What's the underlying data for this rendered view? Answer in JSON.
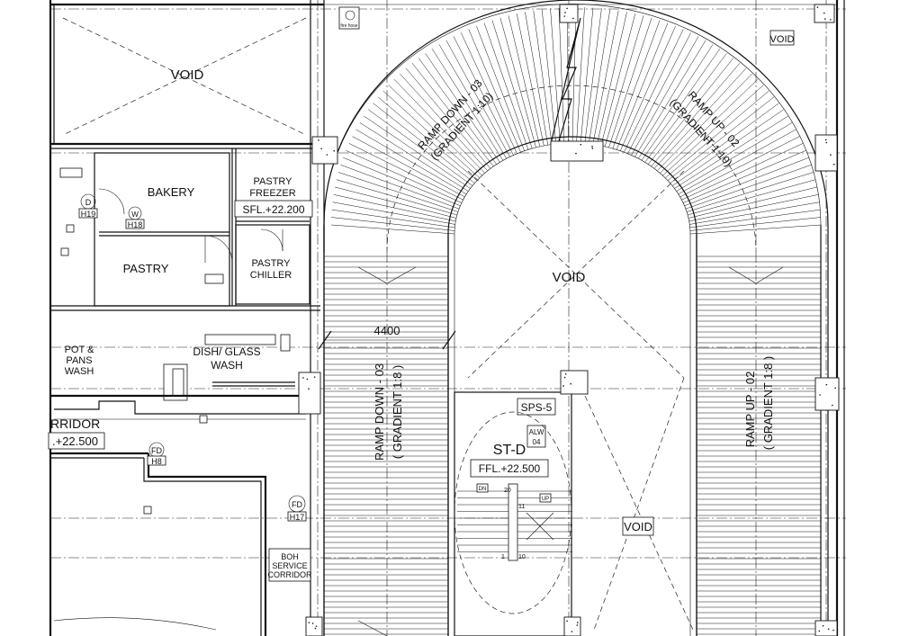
{
  "drawing": {
    "rooms": {
      "void_top_left": "VOID",
      "bakery": "BAKERY",
      "pastry": "PASTRY",
      "pastry_freezer_line1": "PASTRY",
      "pastry_freezer_line2": "FREEZER",
      "pastry_chiller_line1": "PASTRY",
      "pastry_chiller_line2": "CHILLER",
      "pot_line1": "POT &",
      "pot_line2": "PANS",
      "pot_line3": "WASH",
      "dish_line1": "DISH/ GLASS",
      "dish_line2": "WASH",
      "corridor": "RRIDOR",
      "void_center": "VOID",
      "void_lower": "VOID",
      "void_tag_top": "VOID",
      "boh_line1": "BOH",
      "boh_line2": "SERVICE",
      "boh_line3": "CORRIDOR",
      "stair": "ST-D"
    },
    "levels": {
      "freezer_sfl": "SFL.+22.200",
      "corridor_level": ".+22.500",
      "stair_ffl": "FFL.+22.500"
    },
    "ramps": {
      "ramp_down_curve_line1": "RAMP DOWN - 03",
      "ramp_down_curve_line2": "(GRADIENT 1:10)",
      "ramp_up_curve_line1": "RAMP UP - 02",
      "ramp_up_curve_line2": "(GRADIENT 1:10)",
      "ramp_down_straight_line1": "RAMP DOWN - 03",
      "ramp_down_straight_line2": "( GRADIENT 1:8 )",
      "ramp_up_straight_line1": "RAMP UP - 02",
      "ramp_up_straight_line2": "( GRADIENT 1:8 )"
    },
    "dimension": "4400",
    "tags": {
      "d_top": "D",
      "h19": "H19",
      "w_top": "W",
      "h18": "H18",
      "fd": "FD",
      "h8": "H8",
      "fd2": "FD",
      "h17": "H17",
      "sps": "SPS-5",
      "alw_top": "ALW",
      "alw_num": "04",
      "dn": "DN",
      "up": "UP",
      "step_20": "20",
      "step_1": "1",
      "step_10": "10",
      "step_11": "11",
      "fire_note": "fire hose"
    },
    "colors": {
      "line": "#111111",
      "background": "#ffffff"
    }
  }
}
